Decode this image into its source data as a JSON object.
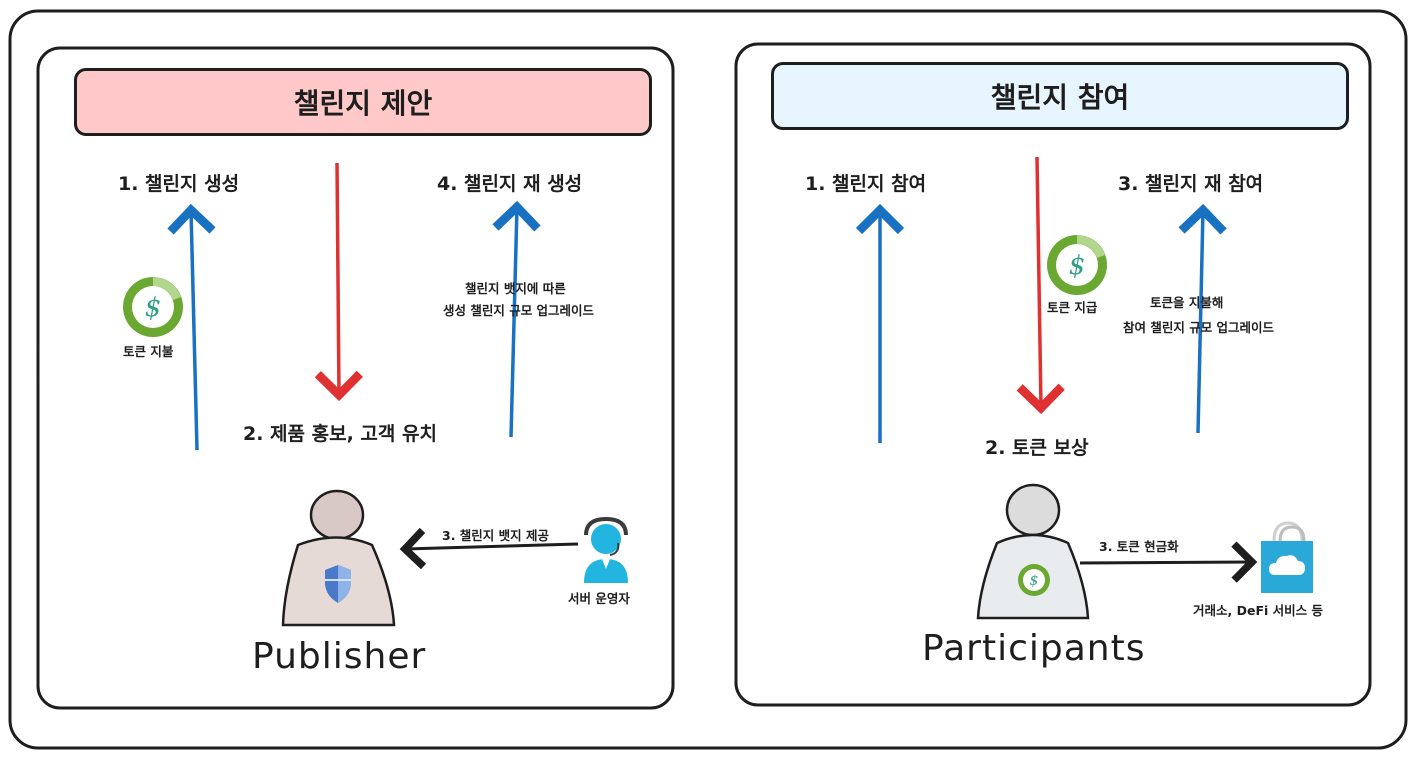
{
  "left_panel": {
    "title": "챌린지 제안",
    "step1": "1. 챌린지 생성",
    "step2": "2. 제품 홍보, 고객 유치",
    "step3": "3. 챌린지 뱃지 제공",
    "step4": "4. 챌린지 재 생성",
    "token_note": "토큰 지불",
    "upgrade_note_line1": "챌린지 뱃지에 따른",
    "upgrade_note_line2": "생성 챌린지 규모 업그레이드",
    "operator_label": "서버 운영자",
    "actor": "Publisher",
    "title_color": "#ffc9c9"
  },
  "right_panel": {
    "title": "챌린지 참여",
    "step1": "1. 챌린지 참여",
    "step2": "2. 토큰 보상",
    "step3": "3. 토큰 현금화",
    "step4": "3. 챌린지 재 참여",
    "token_note": "토큰 지급",
    "upgrade_note_line1": "토큰을 지불해",
    "upgrade_note_line2": "참여 챌린지 규모 업그레이드",
    "exchange_label": "거래소, DeFi 서비스 등",
    "actor": "Participants",
    "title_color": "#e7f5ff"
  },
  "colors": {
    "up_arrow": "#1971c2",
    "down_arrow": "#e03131",
    "token": "#6aa832",
    "operator": "#22b5e0"
  },
  "icons": [
    "token-icon",
    "shield-icon",
    "operator-icon",
    "shopping-bag-icon",
    "cloud-icon",
    "person-icon"
  ]
}
